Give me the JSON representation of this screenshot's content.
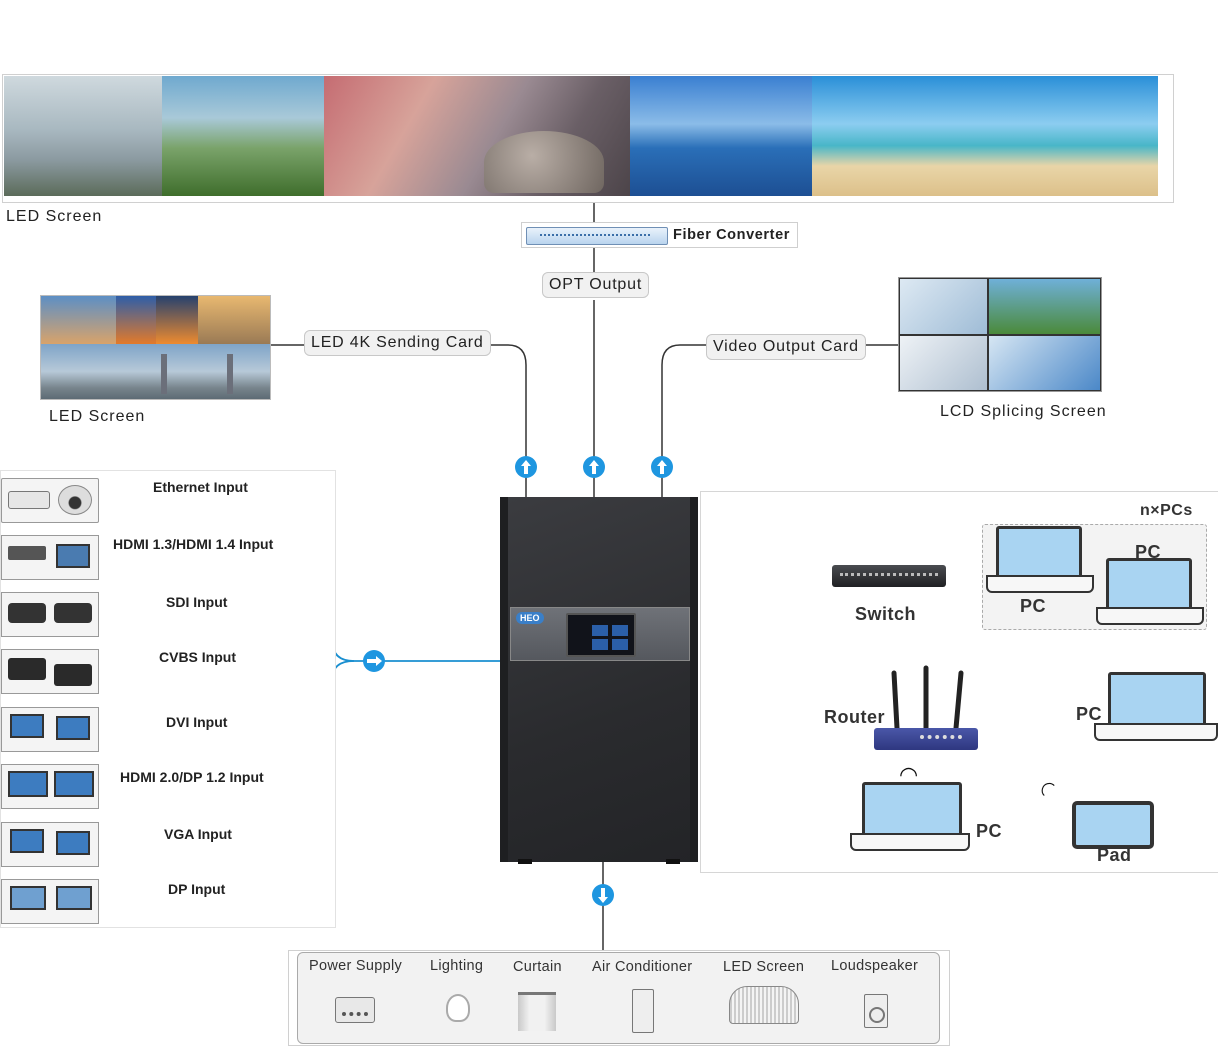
{
  "top_screen": {
    "label": "LED  Screen"
  },
  "fiber": {
    "label": "Fiber Converter"
  },
  "opt_output": {
    "label": "OPT Output"
  },
  "left_screen": {
    "label": "LED  Screen"
  },
  "sending_card": {
    "label": "LED  4K Sending Card"
  },
  "video_output": {
    "label": "Video Output Card"
  },
  "lcd_screen": {
    "label": "LCD Splicing Screen"
  },
  "inputs": [
    "Ethernet Input",
    "HDMI 1.3/HDMI 1.4  Input",
    "SDI Input",
    "CVBS Input",
    "DVI Input",
    "HDMI 2.0/DP 1.2 Input",
    "VGA Input",
    "DP Input"
  ],
  "network": {
    "group_label": "n×PCs",
    "pc1": "PC",
    "pc2": "PC",
    "switch": "Switch",
    "router": "Router",
    "pc3": "PC",
    "pc4": "PC",
    "pad": "Pad"
  },
  "controller": {
    "brand": "HEO"
  },
  "control_devices": [
    "Power Supply",
    "Lighting",
    "Curtain",
    "Air Conditioner",
    "LED Screen",
    "Loudspeaker"
  ],
  "colors": {
    "line": "#1a8fd0",
    "arrow": "#1e96e0",
    "cabinet": "#2d2e31",
    "screen_blue": "#a9d4f2"
  }
}
